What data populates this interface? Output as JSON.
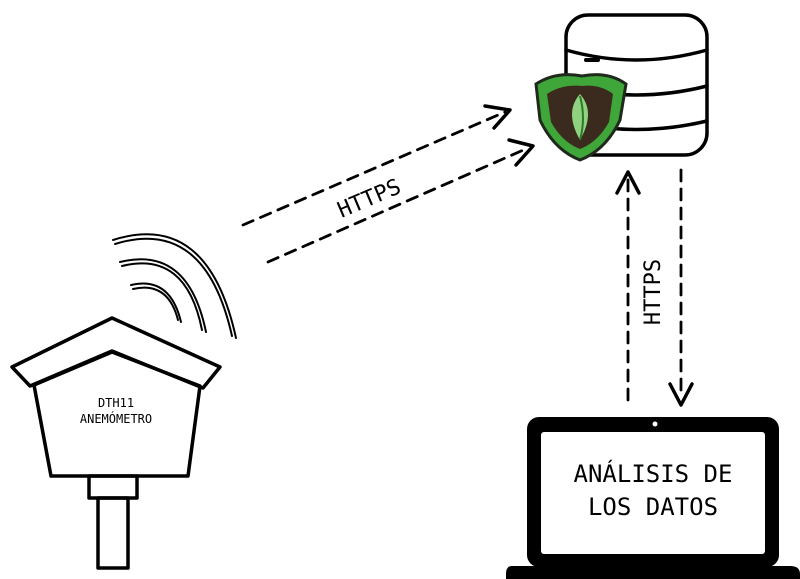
{
  "station": {
    "line1": "DTH11",
    "line2": "ANEMÓMETRO"
  },
  "links": {
    "station_to_db": "HTTPS",
    "db_to_laptop": "HTTPS"
  },
  "laptop": {
    "line1": "ANÁLISIS DE",
    "line2": "LOS DATOS"
  },
  "icons": {
    "database": "database-icon",
    "mongodb": "mongodb-leaf-icon",
    "weather_station": "weather-station-icon",
    "laptop": "laptop-icon",
    "wifi": "wifi-signal-icon"
  },
  "colors": {
    "mongo_green": "#3fa63a",
    "mongo_leaf": "#8fd27f",
    "mongo_dark": "#3b2a1e"
  }
}
